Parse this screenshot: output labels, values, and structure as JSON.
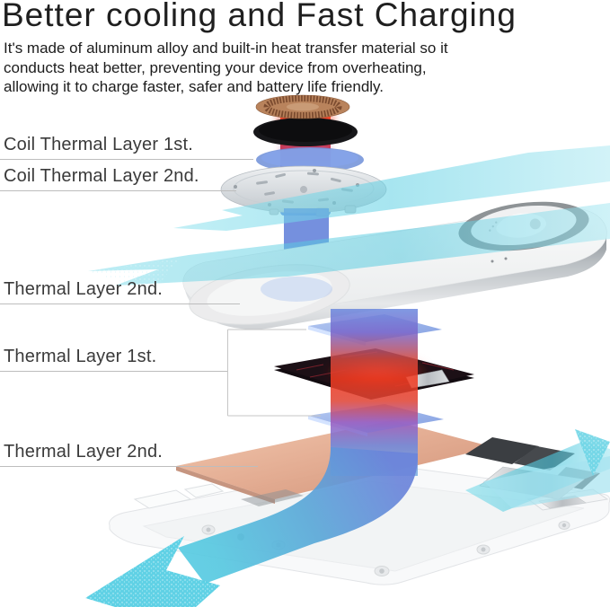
{
  "header": {
    "title": "Better cooling and Fast Charging",
    "description_lines": [
      "It's made of aluminum alloy and built-in heat transfer material so it",
      "conducts heat better, preventing your device from overheating,",
      "allowing it to charge faster, safer and battery life friendly."
    ]
  },
  "diagram": {
    "labels": [
      {
        "text": "Coil Thermal Layer 1st."
      },
      {
        "text": "Coil Thermal Layer 2nd."
      },
      {
        "text": "Thermal Layer 2nd."
      },
      {
        "text": "Thermal Layer 1st."
      },
      {
        "text": "Thermal Layer 2nd."
      }
    ],
    "parts": [
      "charging-coil",
      "coil-thermal-disc-black",
      "coil-thermal-disc-blue",
      "coil-heat-plate",
      "charger-top-body",
      "phone-charging-pad",
      "watch-charging-pad",
      "heat-column",
      "thermal-pad-top",
      "circuit-board",
      "thermal-pad-bottom",
      "copper-heat-plate",
      "heatsink-blocks",
      "bottom-case",
      "heat-flow-arrow-left",
      "heat-flow-arrow-right",
      "cool-sheet-upper",
      "cool-sheet-lower"
    ],
    "colors": {
      "heat_red": "#ee3a22",
      "flow_blue": "#5b7fd8",
      "cool_cyan": "#57cde2",
      "copper_coil": "#b9835c",
      "copper_plate": "#e2a98e",
      "pcb_dark": "#1c1016",
      "body_silver": "#d9dcde",
      "label_line": "#bdbdbd",
      "text_dark": "#202020",
      "background": "#ffffff"
    }
  }
}
